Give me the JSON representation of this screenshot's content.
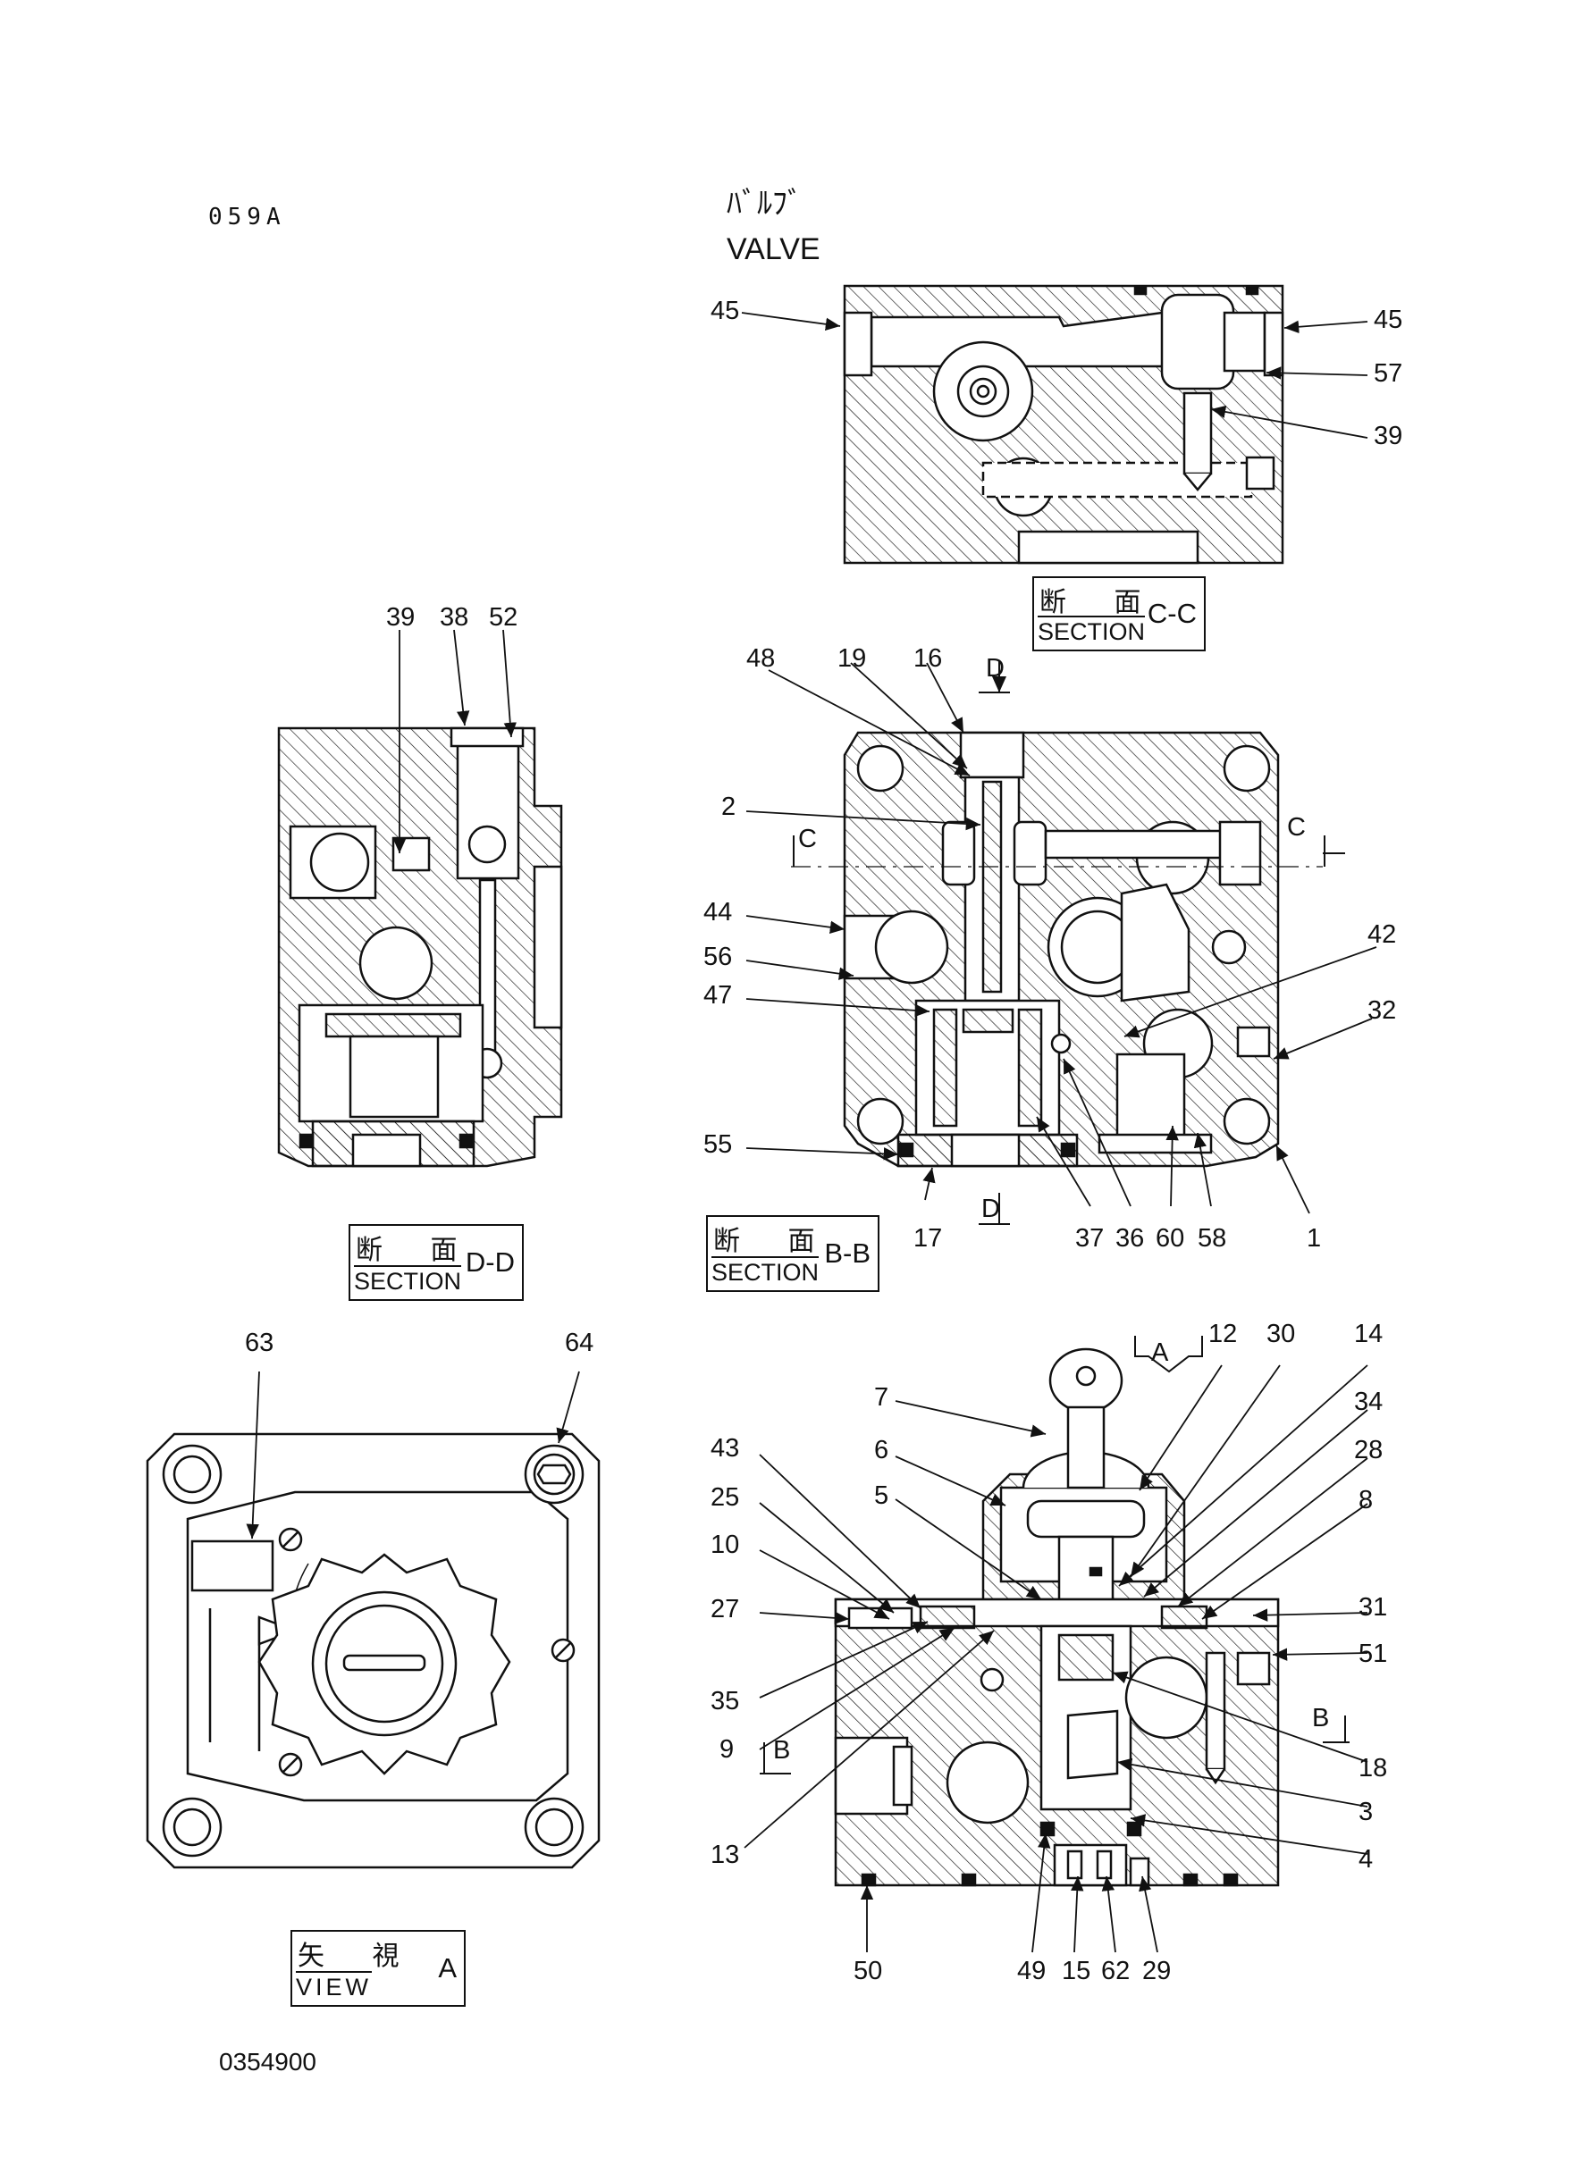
{
  "header": {
    "ref_code": "059A",
    "title_jp": "ﾊﾞﾙﾌﾞ",
    "title_en": "VALVE",
    "footer_code": "0354900"
  },
  "views": {
    "cc": {
      "jp": "断 面",
      "en": "SECTION",
      "id": "C-C"
    },
    "dd": {
      "jp": "断 面",
      "en": "SECTION",
      "id": "D-D"
    },
    "bb": {
      "jp": "断 面",
      "en": "SECTION",
      "id": "B-B"
    },
    "a": {
      "jp": "矢 視",
      "en": "VIEW",
      "id": "A"
    }
  },
  "cutting_marks": {
    "c": "C",
    "d": "D",
    "b": "B",
    "a": "A"
  },
  "callouts": {
    "cc": [
      "45",
      "45",
      "57",
      "39"
    ],
    "dd": [
      "39",
      "38",
      "52"
    ],
    "bb": [
      "48",
      "19",
      "16",
      "2",
      "44",
      "56",
      "47",
      "55",
      "17",
      "37",
      "36",
      "60",
      "58",
      "1",
      "42",
      "32"
    ],
    "a": [
      "63",
      "64"
    ],
    "main": [
      "7",
      "6",
      "5",
      "43",
      "25",
      "10",
      "27",
      "35",
      "9",
      "13",
      "12",
      "30",
      "14",
      "34",
      "28",
      "8",
      "31",
      "51",
      "18",
      "3",
      "4",
      "50",
      "49",
      "15",
      "62",
      "29"
    ]
  },
  "colors": {
    "ink": "#111111",
    "paper": "#ffffff"
  }
}
